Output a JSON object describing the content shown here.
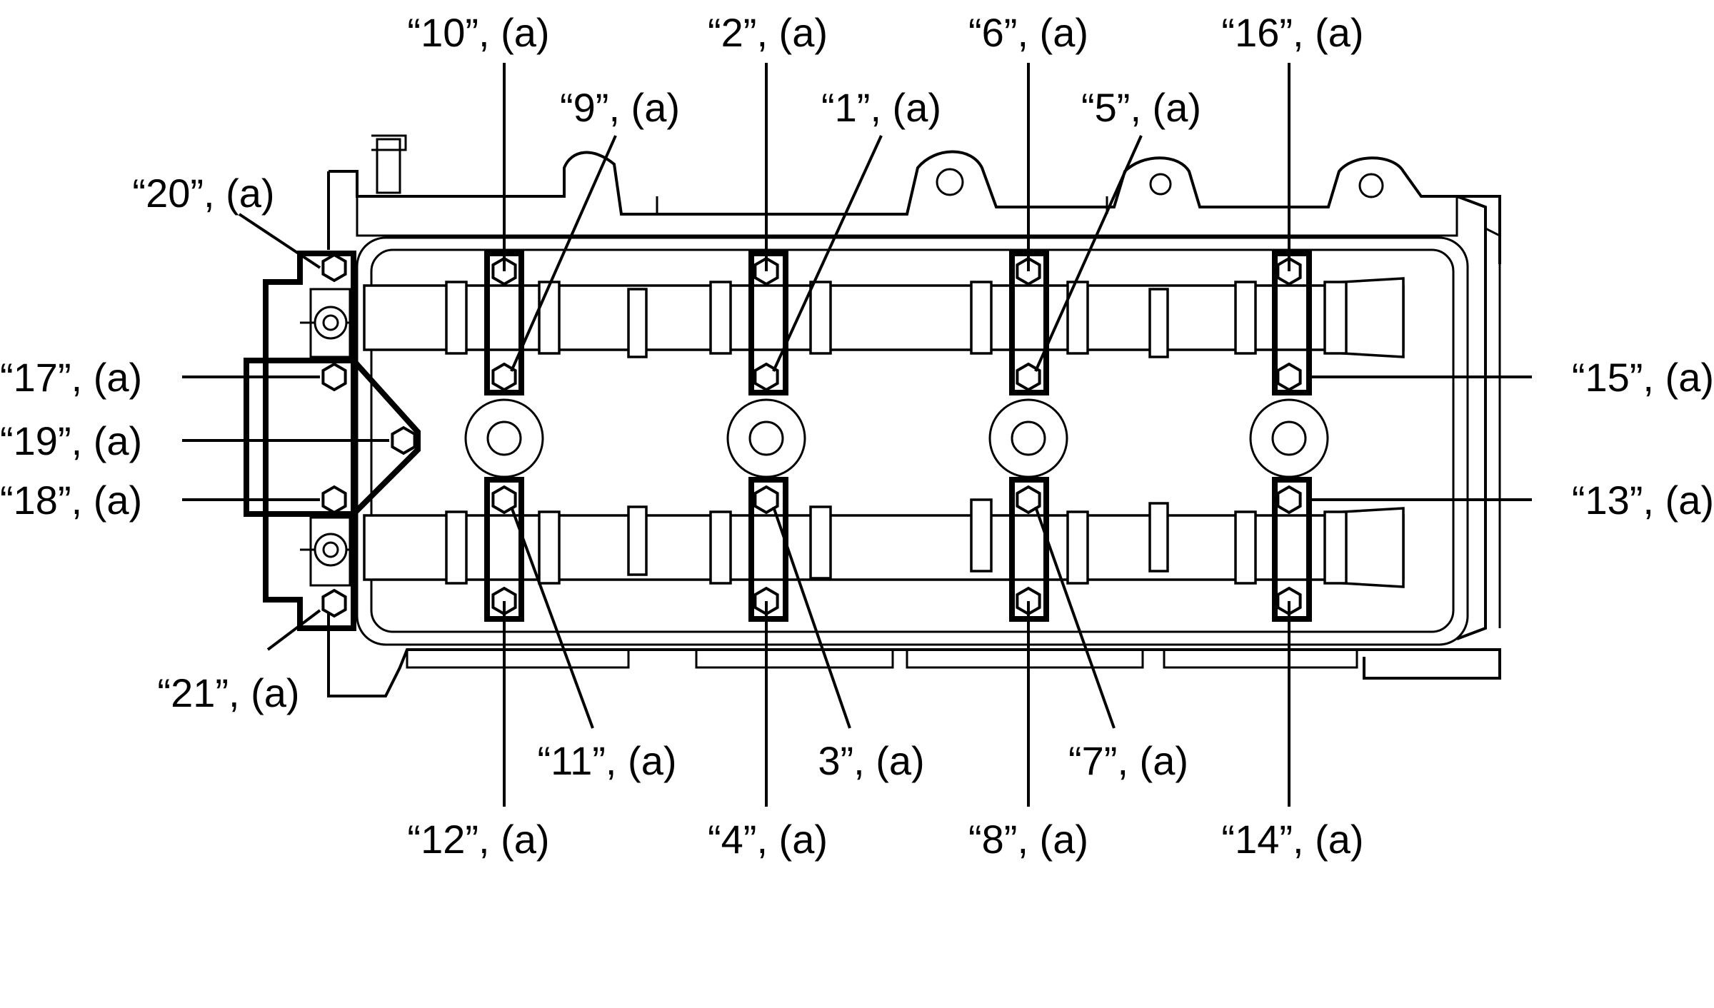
{
  "labels": {
    "l1": "“1”, (a)",
    "l2": "“2”, (a)",
    "l3": "3”, (a)",
    "l4": "“4”, (a)",
    "l5": "“5”, (a)",
    "l6": "“6”, (a)",
    "l7": "“7”, (a)",
    "l8": "“8”, (a)",
    "l9": "“9”, (a)",
    "l10": "“10”, (a)",
    "l11": "“11”, (a)",
    "l12": "“12”, (a)",
    "l13": "“13”, (a)",
    "l14": "“14”, (a)",
    "l15": "“15”, (a)",
    "l16": "“16”, (a)",
    "l17": "“17”, (a)",
    "l18": "“18”, (a)",
    "l19": "“19”, (a)",
    "l20": "“20”, (a)",
    "l21": "“21”, (a)"
  },
  "colors": {
    "line": "#000000",
    "background": "#ffffff"
  }
}
